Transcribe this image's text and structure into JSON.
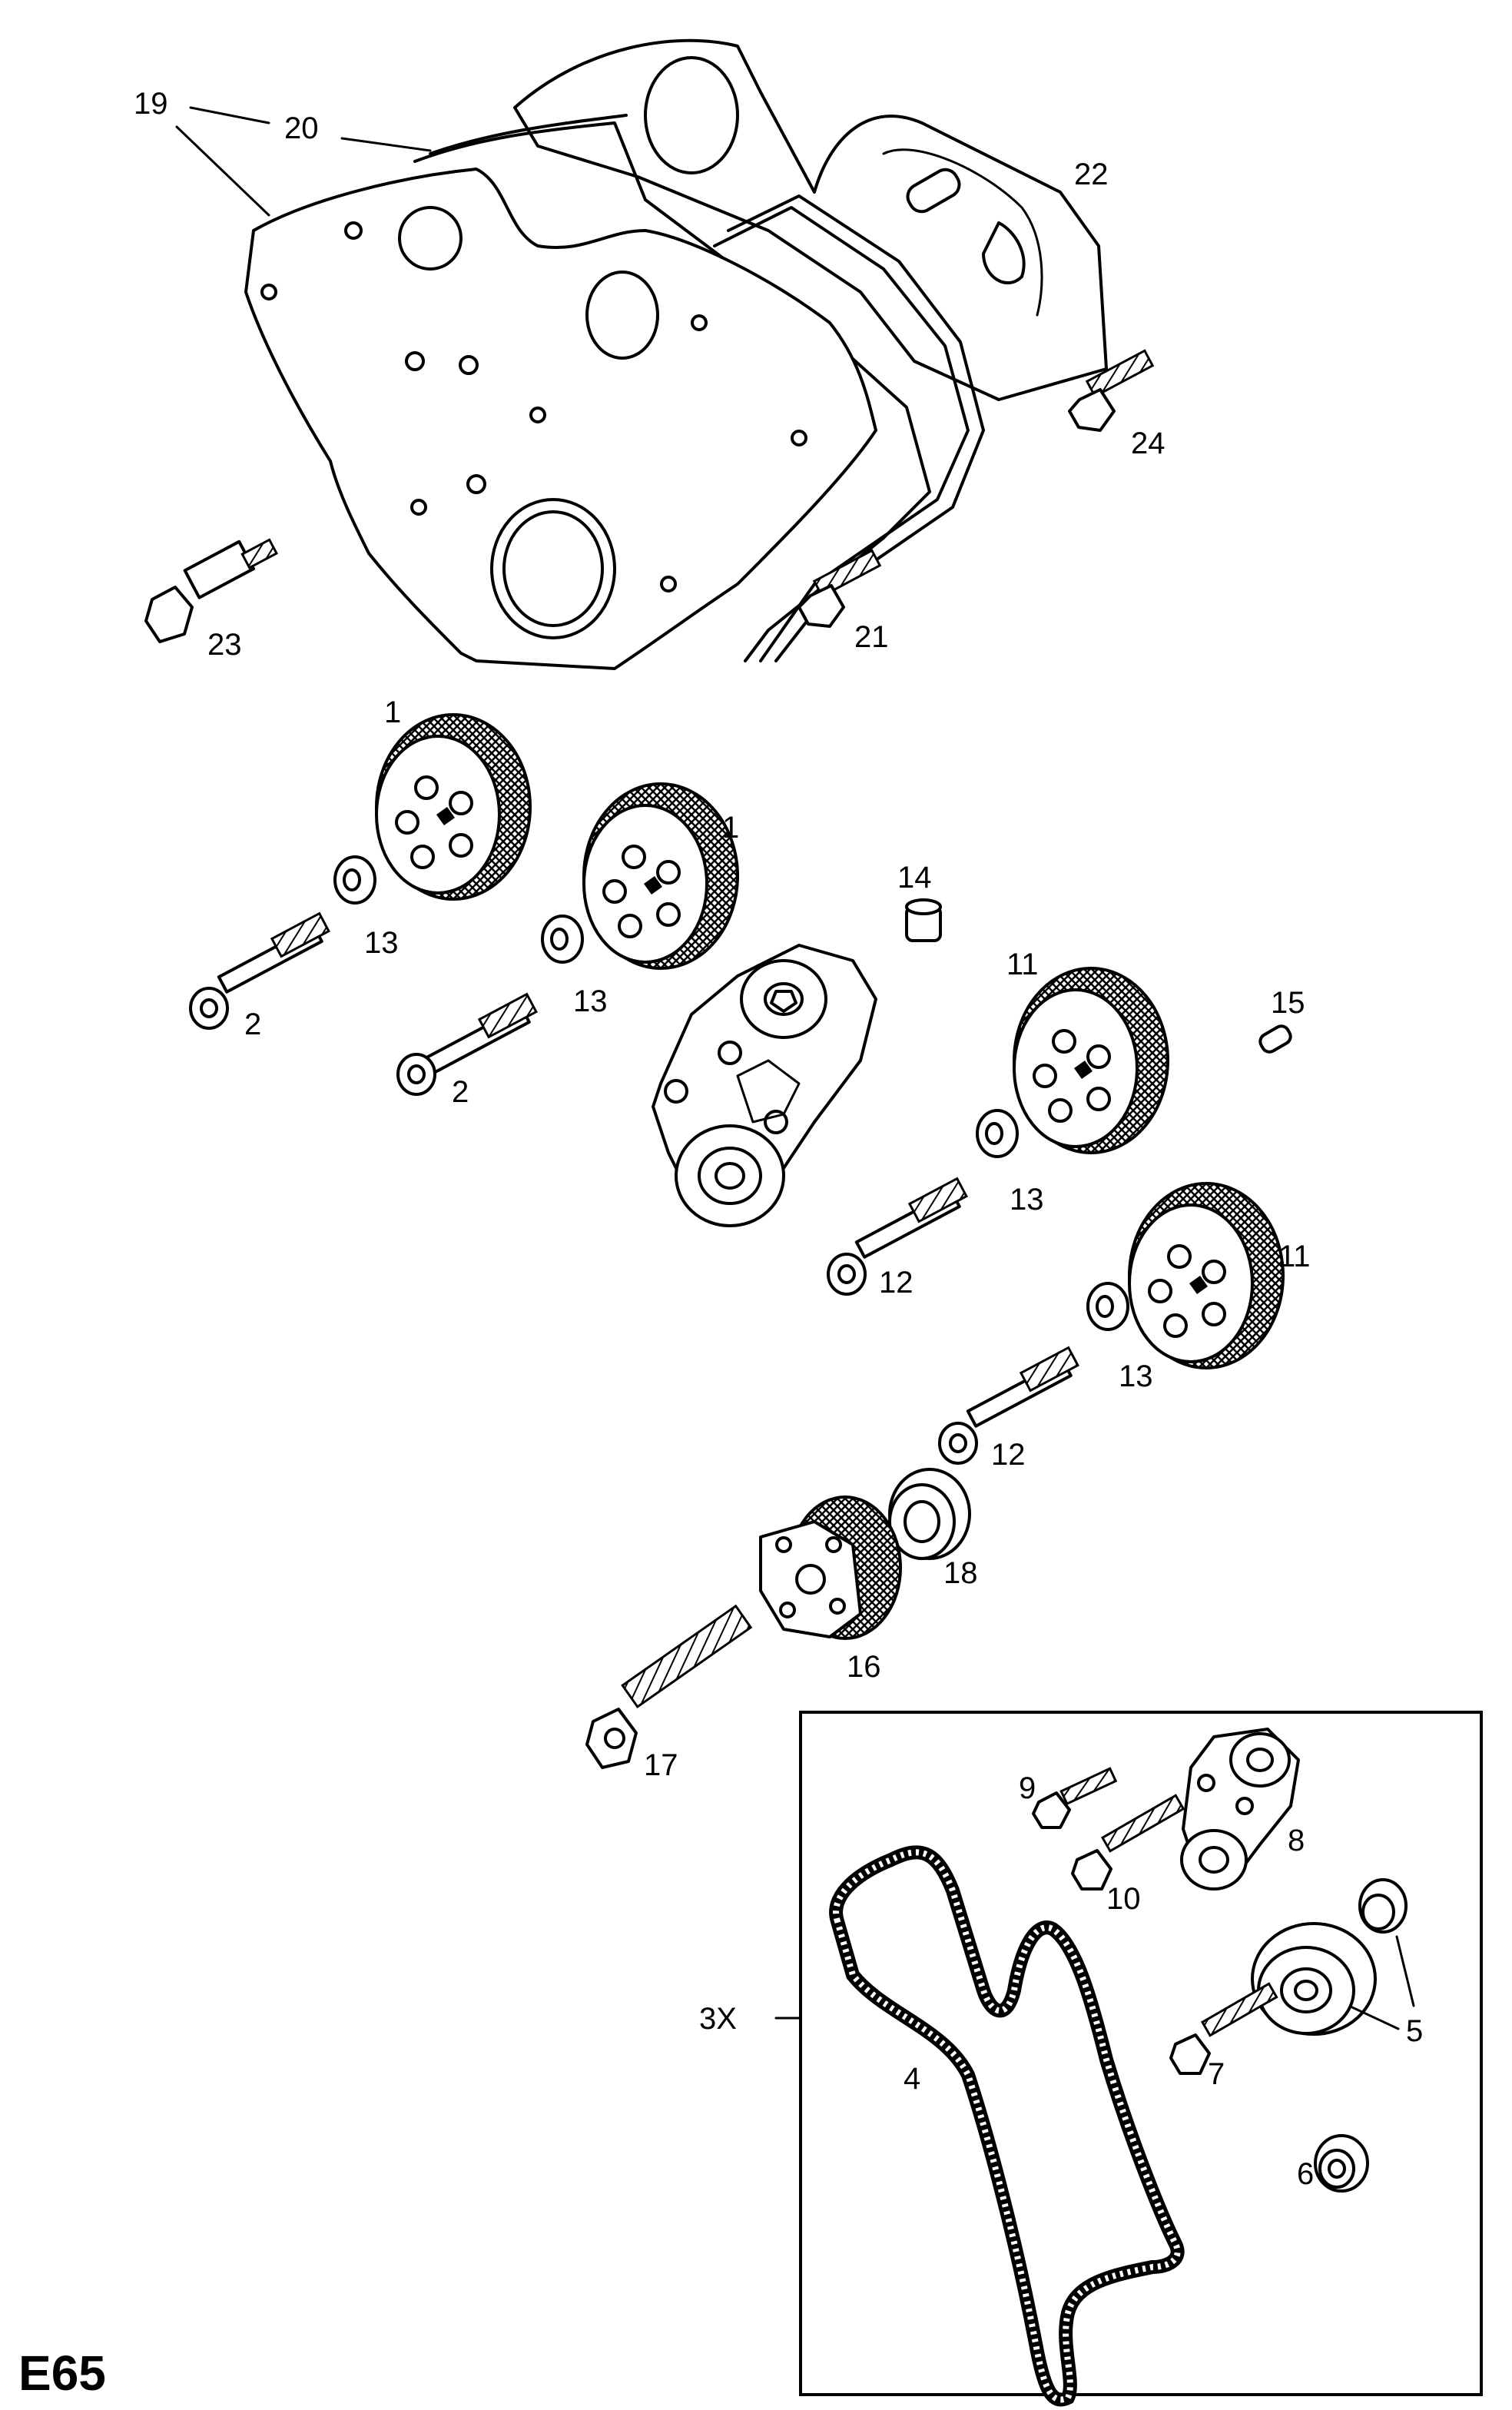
{
  "page_code": "E65",
  "callouts": {
    "c1a": "1",
    "c1b": "1",
    "c2a": "2",
    "c2b": "2",
    "c3x": "3X",
    "c4": "4",
    "c5": "5",
    "c6": "6",
    "c7": "7",
    "c8": "8",
    "c9": "9",
    "c10": "10",
    "c11a": "11",
    "c11b": "11",
    "c12a": "12",
    "c12b": "12",
    "c13a": "13",
    "c13b": "13",
    "c13c": "13",
    "c13d": "13",
    "c14": "14",
    "c15": "15",
    "c16": "16",
    "c17": "17",
    "c18": "18",
    "c19": "19",
    "c20": "20",
    "c21": "21",
    "c22": "22",
    "c23": "23",
    "c24": "24"
  }
}
